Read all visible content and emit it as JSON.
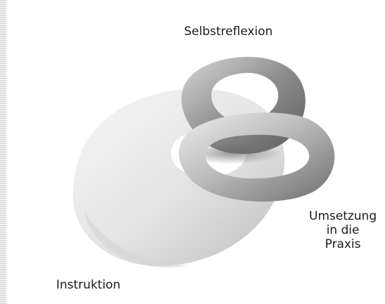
{
  "diagram": {
    "labels": {
      "selbstreflexion": "Selbstreflexion",
      "umsetzung": [
        "Umsetzung",
        "in die",
        "Praxis"
      ],
      "instruktion": "Instruktion"
    },
    "colors": {
      "background": "#ffffff",
      "ring_light": "#f2f2f2",
      "ring_mid": "#c8c8c8",
      "ring_dark": "#6f6f6f"
    }
  }
}
